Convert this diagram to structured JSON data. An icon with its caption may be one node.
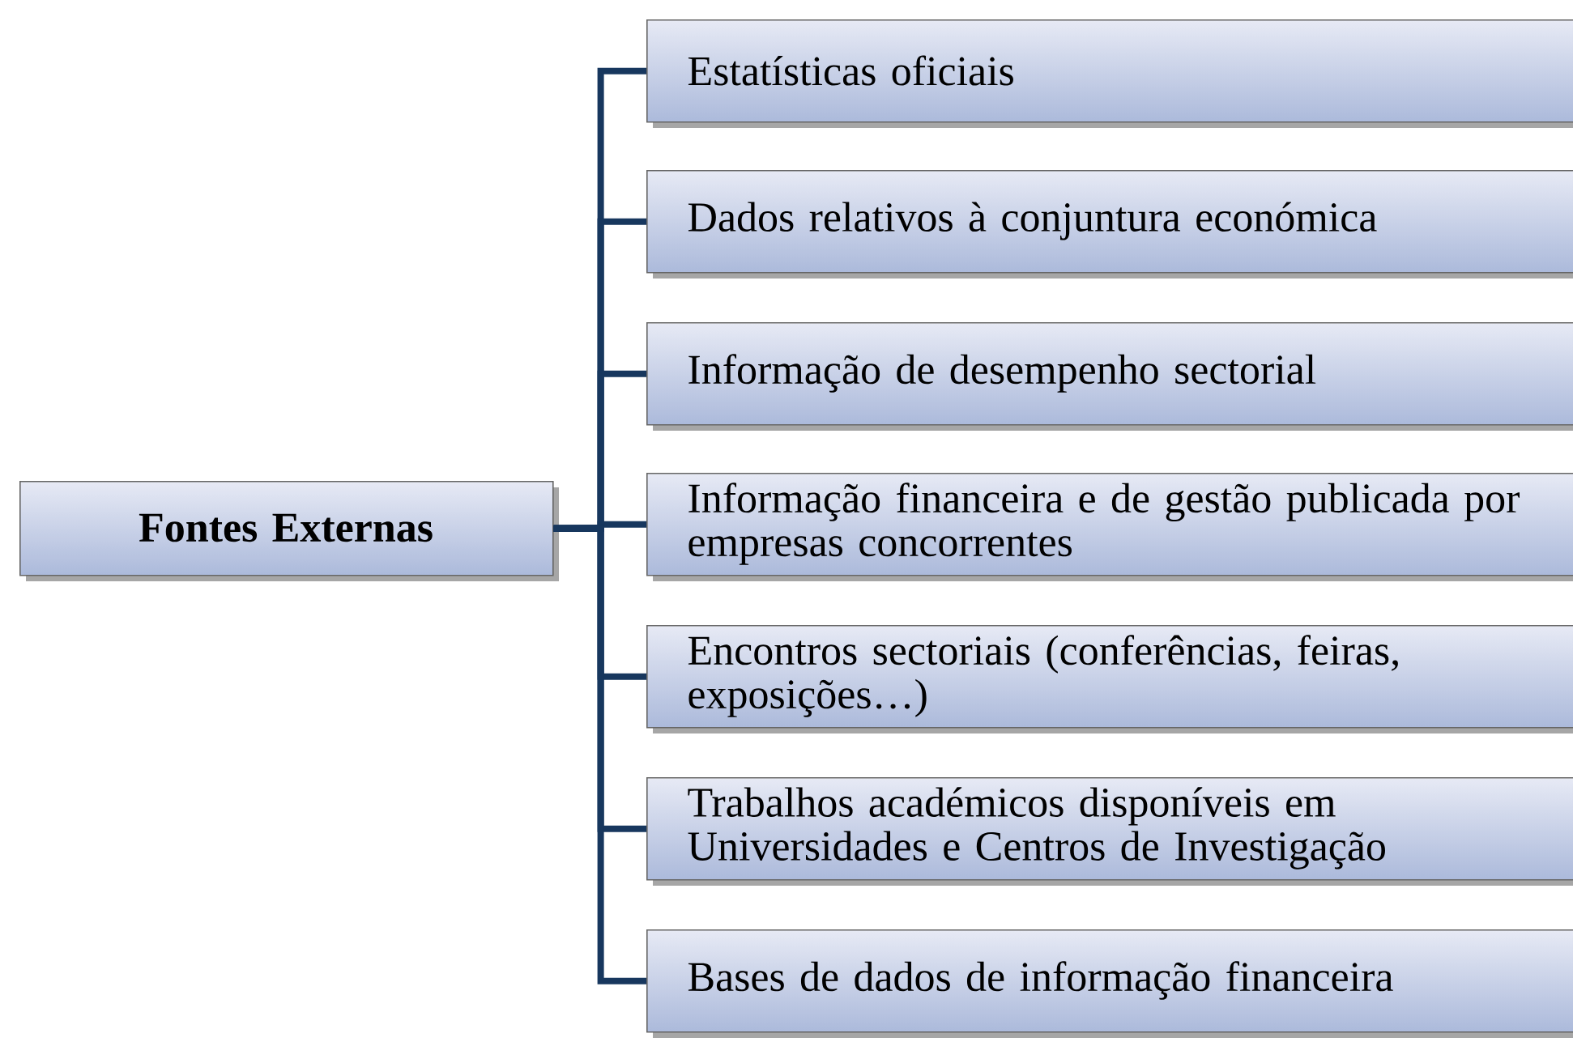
{
  "diagram": {
    "nodes": [
      {
        "text": [
          "Fontes  Externas"
        ]
      },
      {
        "text": [
          "Estatísticas oficiais"
        ]
      },
      {
        "text": [
          "Dados relativos à conjuntura económica"
        ]
      },
      {
        "text": [
          "Informação de desempenho sectorial"
        ]
      },
      {
        "text": [
          "Informação financeira e de gestão publicada por empresas concorrentes"
        ]
      },
      {
        "text": [
          "Encontros sectoriais (conferências, feiras, exposições…)"
        ]
      },
      {
        "text": [
          "Trabalhos académicos disponíveis em Universidades e Centros de Investigação"
        ]
      },
      {
        "text": [
          "Bases de dados de informação financeira"
        ]
      }
    ],
    "edges": [
      {
        "from": 0,
        "to": 1,
        "arrow": "none"
      },
      {
        "from": 0,
        "to": 2,
        "arrow": "none"
      },
      {
        "from": 0,
        "to": 3,
        "arrow": "none"
      },
      {
        "from": 0,
        "to": 4,
        "arrow": "none"
      },
      {
        "from": 0,
        "to": 5,
        "arrow": "none"
      },
      {
        "from": 0,
        "to": 6,
        "arrow": "none"
      },
      {
        "from": 0,
        "to": 7,
        "arrow": "none"
      }
    ]
  }
}
